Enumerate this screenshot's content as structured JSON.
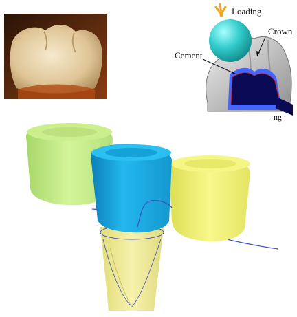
{
  "labels": {
    "loading": "Loading",
    "crown": "Crown",
    "cement": "Cement",
    "partial_label": "ng"
  },
  "colors": {
    "loading_arrow": "#f5a623",
    "sphere": "#33cccc",
    "crown_gray": "#cfcfcf",
    "cement_blue": "#4466ff",
    "dentin_navy": "#0a0a55",
    "cap_green": "#c4ef86",
    "cap_blue": "#1fb1e6",
    "cap_yellow": "#f2f277",
    "root_yellow": "#f0ec9a",
    "outline_blue": "#4050c0"
  }
}
